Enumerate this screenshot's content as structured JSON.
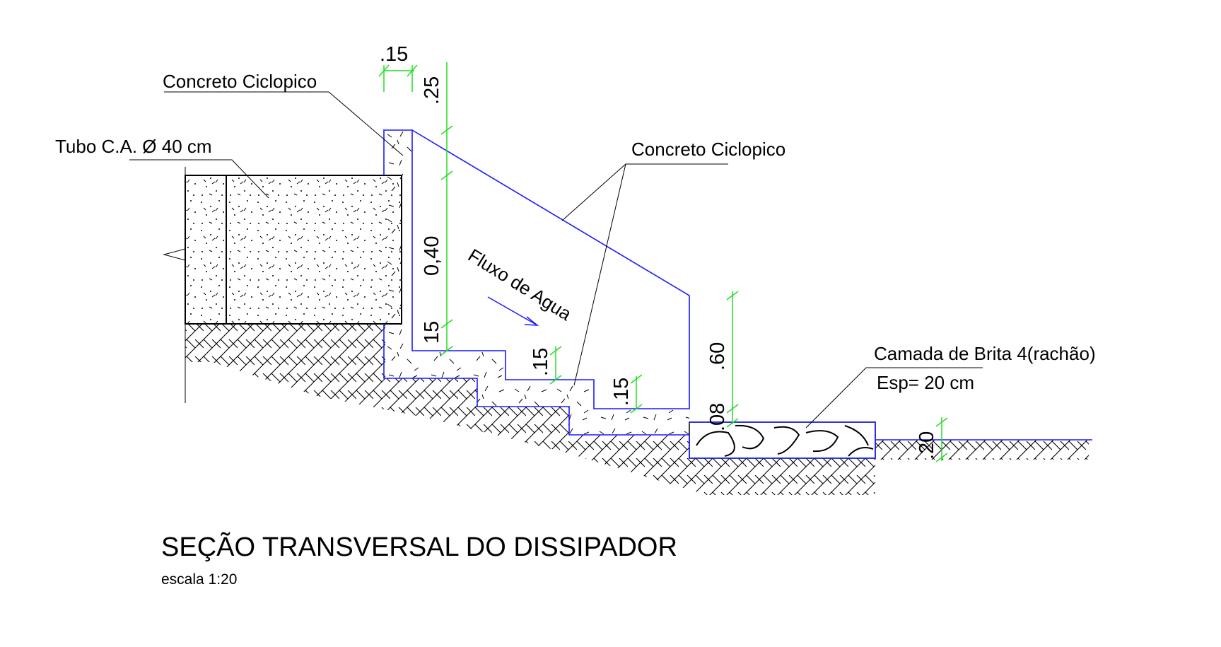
{
  "labels": {
    "concreto_top": "Concreto Ciclopico",
    "concreto_right": "Concreto Ciclopico",
    "tubo": "Tubo C.A. Ø 40 cm",
    "camada_line1": "Camada de Brita 4(rachão)",
    "camada_line2": "Esp= 20 cm",
    "fluxo": "Fluxo de Agua"
  },
  "dimensions": {
    "top_width": ".15",
    "top_height": ".25",
    "pipe_height": "0,40",
    "step_first": "15",
    "step_second": ".15",
    "step_third": ".15",
    "wall_height": ".60",
    "sill_height": ".08",
    "riprap_thickness": ".20"
  },
  "title": {
    "main": "SEÇÃO TRANSVERSAL DO DISSIPADOR",
    "scale": "escala  1:20"
  },
  "colors": {
    "structure": "#1a1aff",
    "dimension": "#22dd22",
    "ink": "#000000"
  }
}
